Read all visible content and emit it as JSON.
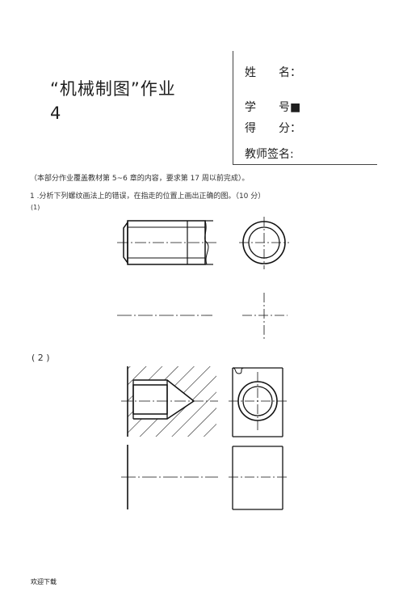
{
  "header": {
    "title": "“机械制图”作业",
    "title_number": "4"
  },
  "info": {
    "name_label": "姓　　名：",
    "id_label": "学　　号■",
    "score_label": "得　　分：",
    "teacher_label": "教师签名:"
  },
  "intro": "（本部分作业覆盖教材第 5~6 章的内容，要求第 17 周以前完成）。",
  "task": "1 .分析下列螺纹画法上的错误，在指走的位置上画出正确的图。（10 分）",
  "problems": [
    {
      "label": "(1)"
    },
    {
      "label": "( 2 )"
    }
  ],
  "footer": "欢迎下载"
}
